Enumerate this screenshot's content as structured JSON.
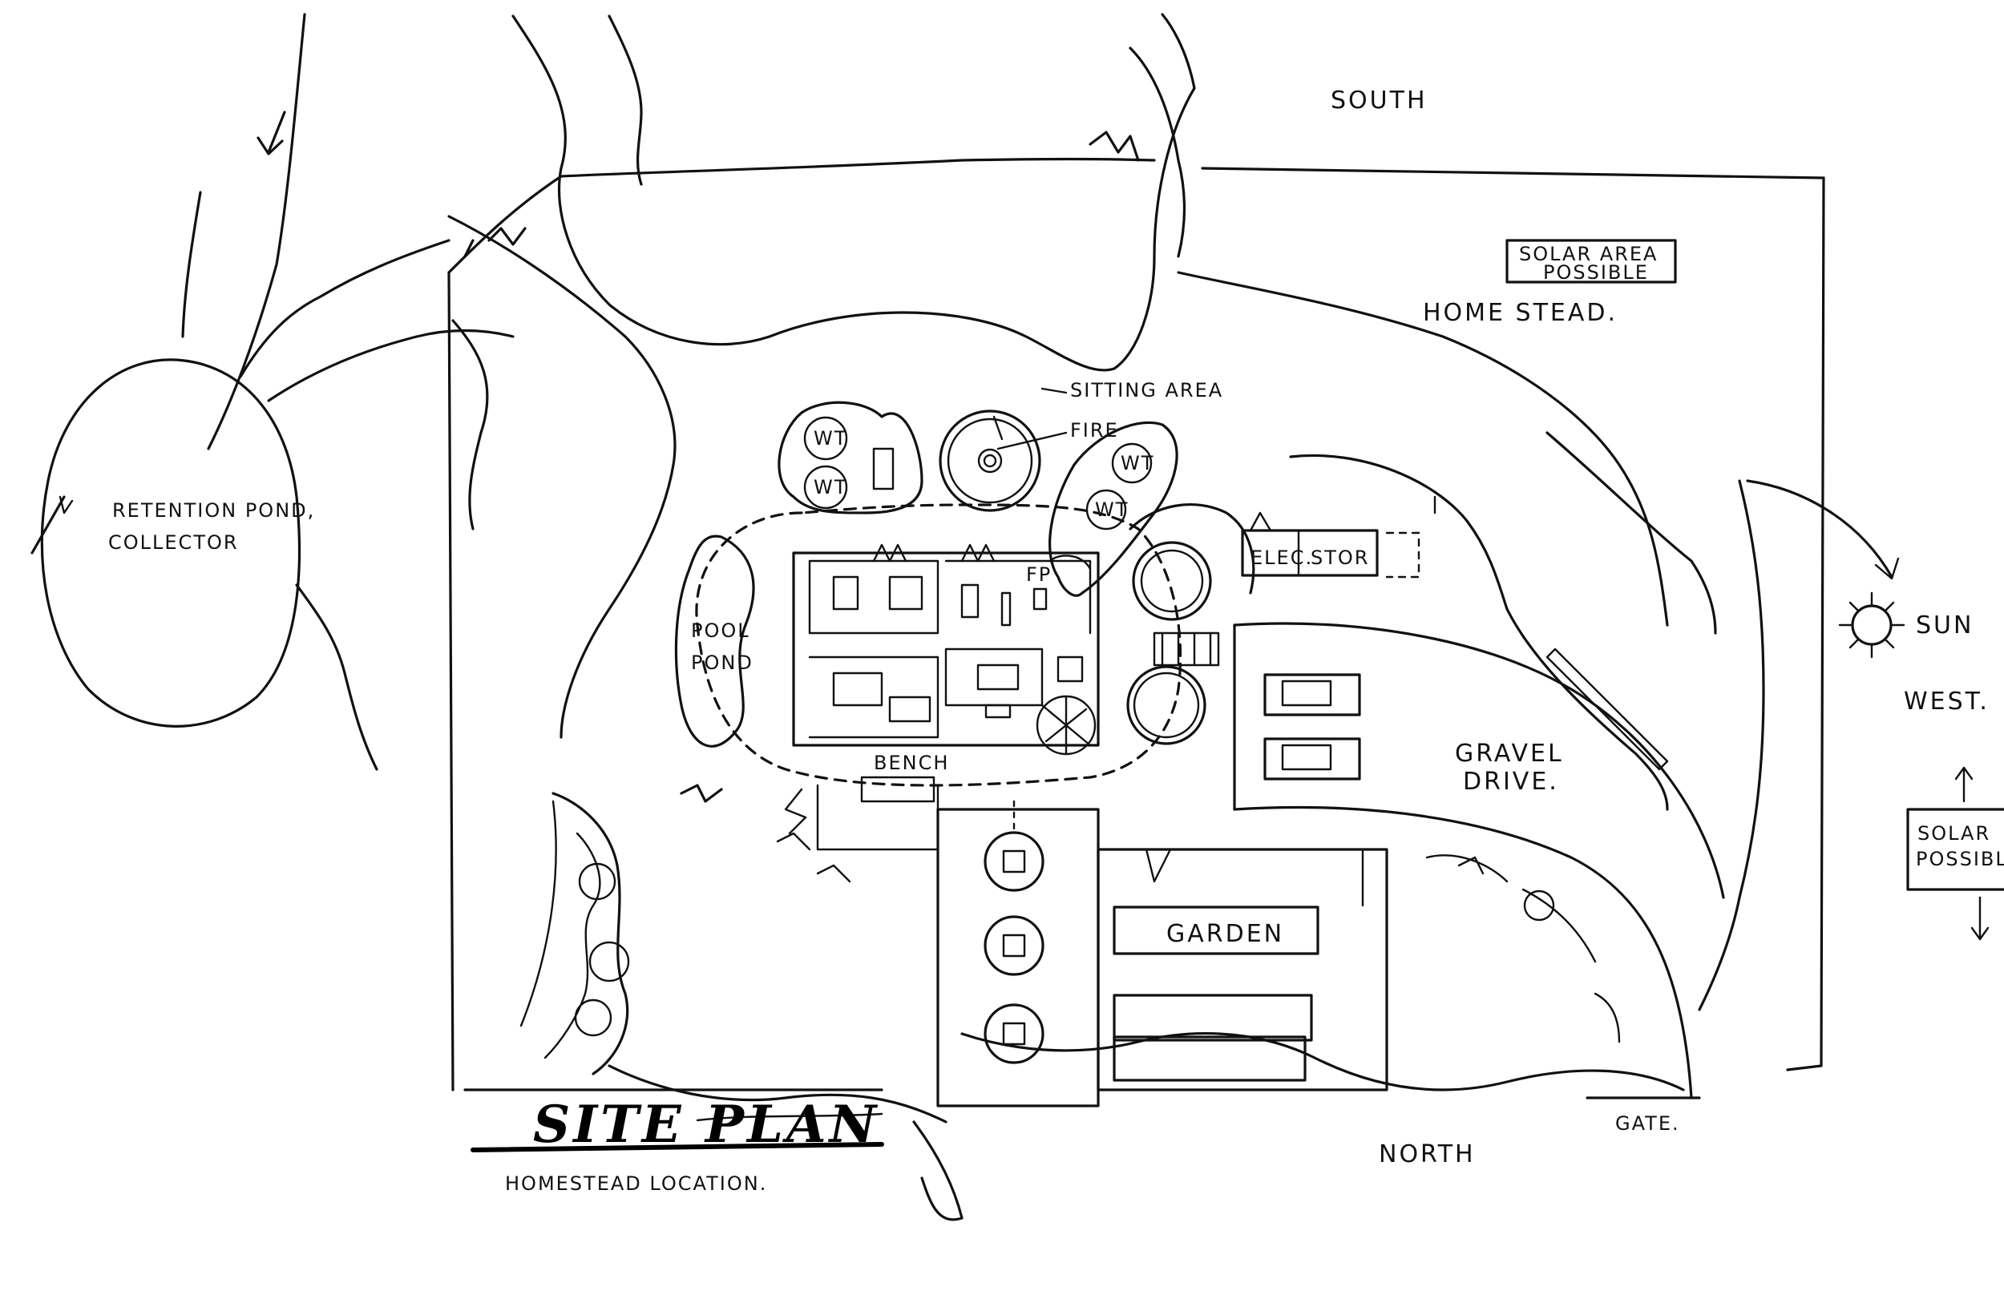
{
  "labels": {
    "south": "SOUTH",
    "solar_area_top_1": "SOLAR AREA",
    "solar_area_top_2": "POSSIBLE",
    "homestead": "HOME STEAD.",
    "retention_1": "RETENTION POND,",
    "retention_2": "COLLECTOR",
    "sitting_area": "SITTING AREA",
    "fire": "FIRE",
    "wt": "WT",
    "elec": "ELEC.",
    "stor": "STOR",
    "pool_1": "POOL",
    "pool_2": "POND",
    "bench": "BENCH",
    "fp": "FP",
    "gravel_1": "GRAVEL",
    "gravel_2": "DRIVE.",
    "garden": "GARDEN",
    "sun": "SUN",
    "west": "WEST.",
    "solar_right_1": "SOLAR",
    "solar_right_2": "POSSIBLE",
    "north": "NORTH",
    "gate": "GATE.",
    "title": "SITE PLAN",
    "subtitle": "HOMESTEAD LOCATION."
  }
}
